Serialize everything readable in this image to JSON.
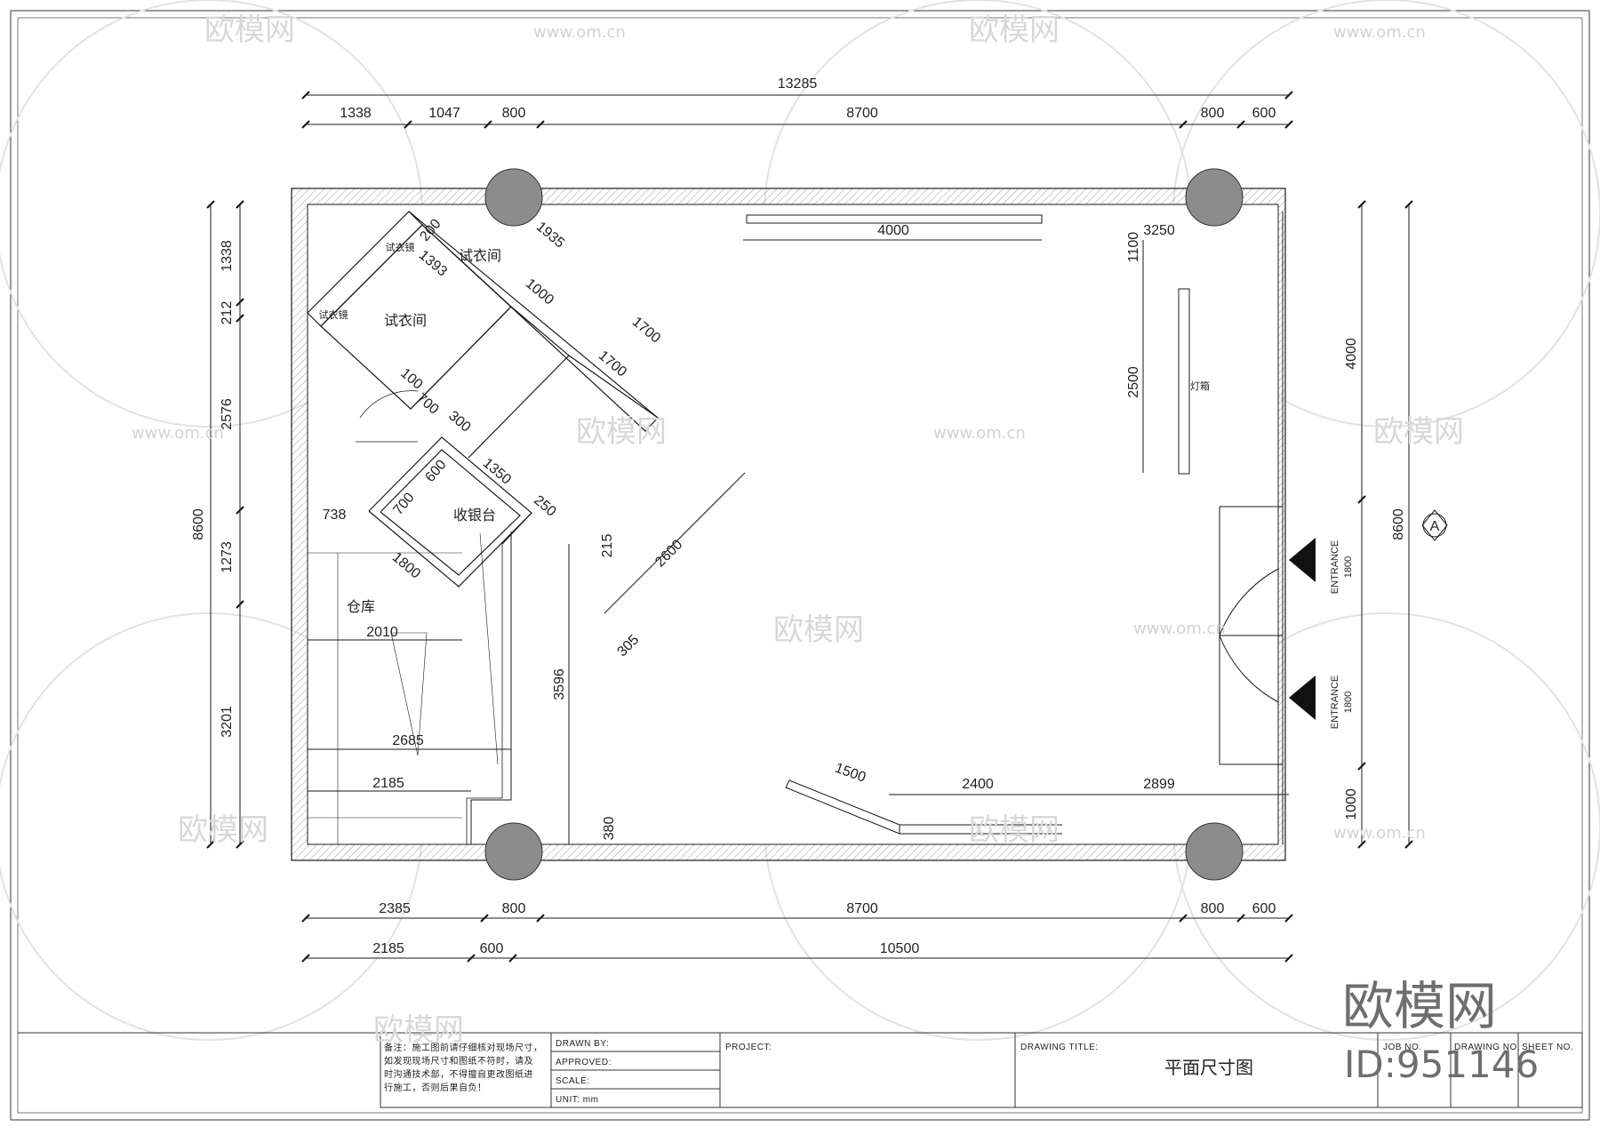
{
  "drawing": {
    "top_overall": "13285",
    "top_chain": [
      "1338",
      "1047",
      "800",
      "8700",
      "800",
      "600"
    ],
    "bottom_chain_1": [
      "2385",
      "800",
      "8700",
      "800",
      "600"
    ],
    "bottom_chain_2": [
      "2185",
      "600",
      "10500"
    ],
    "left_overall": "8600",
    "left_chain": [
      "1338",
      "212",
      "2576",
      "1273",
      "3201"
    ],
    "right_overall": "8600",
    "right_chain": [
      "4000",
      "1000"
    ],
    "interior_dims": {
      "d200": "200",
      "d1393": "1393",
      "d1935": "1935",
      "d1000": "1000",
      "d1700a": "1700",
      "d1700b": "1700",
      "d100": "100",
      "d700a": "700",
      "d300": "300",
      "d600": "600",
      "d1350": "1350",
      "d700b": "700",
      "d250": "250",
      "d738": "738",
      "d1800": "1800",
      "d215": "215",
      "d2600": "2600",
      "d305": "305",
      "d3596": "3596",
      "d2010": "2010",
      "d2685": "2685",
      "d2185": "2185",
      "d380": "380",
      "d4000": "4000",
      "d3250": "3250",
      "d1100": "1100",
      "d2500": "2500",
      "d1500": "1500",
      "d2400": "2400",
      "d2899": "2899"
    },
    "room_labels": {
      "fitting_room_1": "试衣间",
      "fitting_room_2": "试衣间",
      "fitting_mirror_1": "试衣镜",
      "fitting_mirror_2": "试衣镜",
      "cashier": "收银台",
      "storage": "仓库",
      "lightbox": "灯箱"
    },
    "entrance_label": "ENTRANCE",
    "entrance_width": "1800",
    "section_marker": "A"
  },
  "title_block": {
    "notes": [
      "备注：施工图前请仔细核对现场尺寸，",
      "如发现现场尺寸和图纸不符时，请及",
      "时沟通技术部，不得擅自更改图纸进",
      "行施工，否则后果自负！"
    ],
    "drawn_by": "DRAWN BY:",
    "approved": "APPROVED:",
    "scale": "SCALE:",
    "unit": "UNIT: mm",
    "project": "PROJECT:",
    "drawing_title_label": "DRAWING TITLE:",
    "drawing_title": "平面尺寸图",
    "job_no": "JOB NO.",
    "drawing_no": "DRAWING NO.",
    "sheet_no": "SHEET NO."
  },
  "watermark": {
    "brand": "欧模网",
    "url": "www.om.cn",
    "id": "ID:951146"
  },
  "colors": {
    "line": "#1a1a1a",
    "column": "#8c8c8c",
    "hatch": "#9a9a9a",
    "watermark": "#d4d4d4"
  }
}
